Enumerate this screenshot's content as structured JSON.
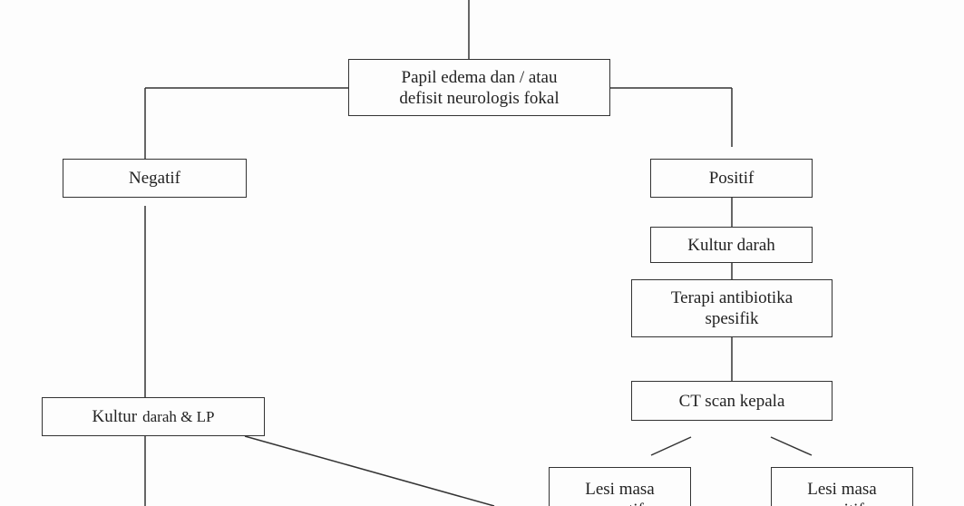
{
  "nodes": {
    "papil": {
      "line1": "Papil edema dan / atau",
      "line2": "defisit neurologis fokal"
    },
    "negatif": {
      "label": "Negatif"
    },
    "positif": {
      "label": "Positif"
    },
    "kultur_darah": {
      "label": "Kultur darah"
    },
    "terapi": {
      "line1": "Terapi antibiotika",
      "line2": "spesifik"
    },
    "ct_scan": {
      "label": "CT scan kepala"
    },
    "kultur_lp": {
      "part1": "Kultur",
      "part2": "darah & LP"
    },
    "lesi_negatif": {
      "line1": "Lesi masa",
      "line2": "negatif"
    },
    "lesi_positif": {
      "line1": "Lesi masa",
      "line2": "positif"
    }
  }
}
